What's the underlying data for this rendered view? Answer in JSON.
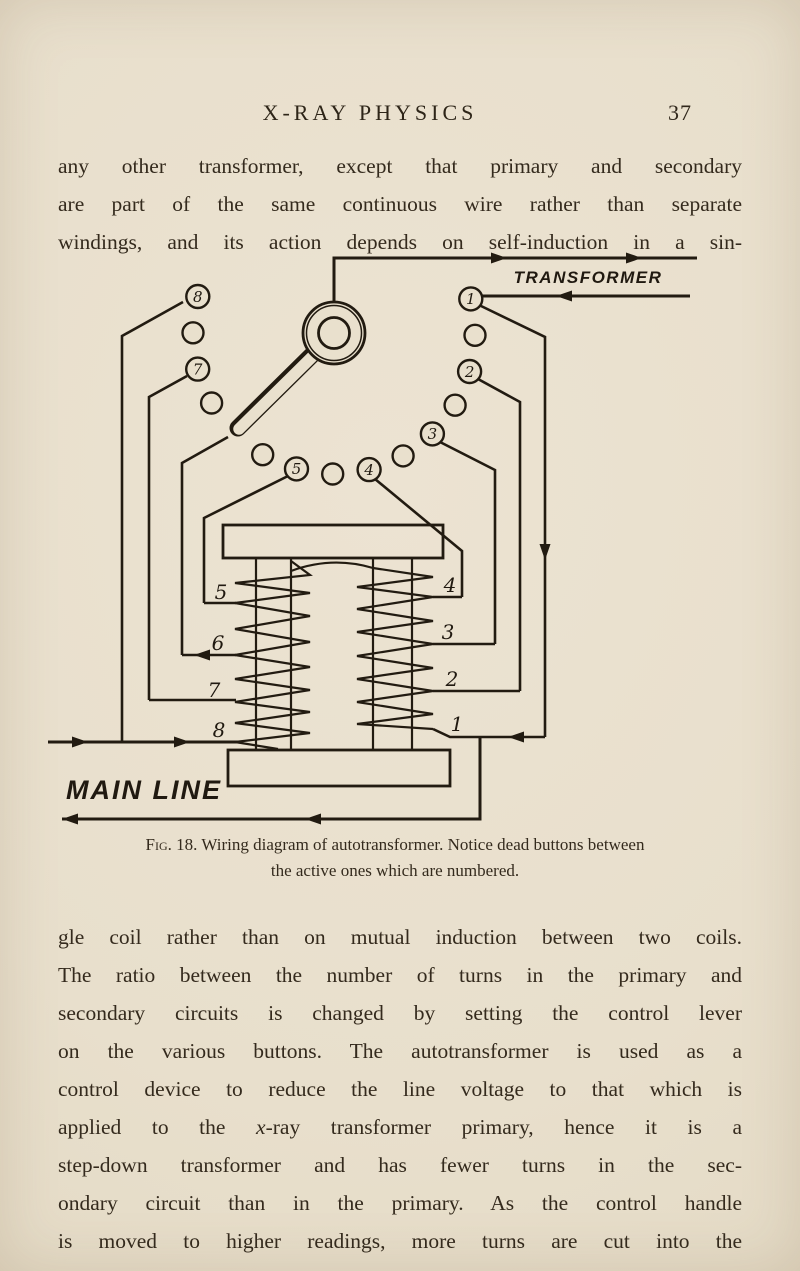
{
  "page": {
    "header_title": "X-RAY PHYSICS",
    "page_number": "37"
  },
  "paragraph_top": {
    "lines": [
      "any other transformer, except that primary and secondary",
      "are part of the same continuous wire rather than separate",
      "windings, and its action depends on self-induction in a sin-"
    ]
  },
  "paragraph_bottom": {
    "lines": [
      "gle coil rather than on mutual induction between two coils.",
      "The ratio between the number of turns in the primary and",
      "secondary circuits is changed by setting the control lever",
      "on the various buttons. The autotransformer is used as a",
      "control device to reduce the line voltage to that which is",
      [
        {
          "t": "applied to the "
        },
        {
          "t": "x",
          "i": true
        },
        {
          "t": "-ray transformer primary, hence it is a"
        }
      ],
      "step-down transformer and has fewer turns in the sec-",
      "ondary circuit than in the primary. As the control handle",
      "is moved to higher readings, more turns are cut into the"
    ]
  },
  "figure": {
    "caption_prefix": "Fig. 18.",
    "caption_line1": "Wiring diagram of autotransformer. Notice dead buttons between",
    "caption_line2": "the active ones which are numbered.",
    "labels": {
      "transformer": "TRANSFORMER",
      "main_line": "MAIN LINE"
    },
    "switch_buttons_visible": [
      "1",
      "2",
      "3",
      "4",
      "5",
      "7",
      "8"
    ],
    "coil_taps_left": [
      "5",
      "6",
      "7",
      "8"
    ],
    "coil_taps_right": [
      "4",
      "3",
      "2",
      "1"
    ],
    "colors": {
      "paper": "#e9e0cd",
      "ink": "#221b11"
    }
  }
}
